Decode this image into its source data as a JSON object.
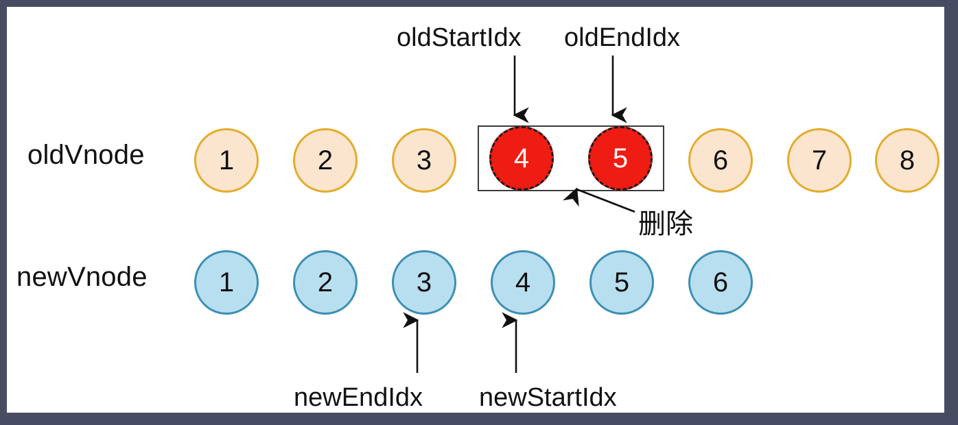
{
  "diagram": {
    "title": "Vue virtual DOM diff - oldVnode / newVnode index pointers",
    "frame_color": "#484c63",
    "canvas_color": "#ffffff",
    "rows": [
      {
        "id": "old",
        "label": "oldVnode",
        "node_fill": "#fce5cf",
        "node_stroke": "#e3ac2a",
        "removed_fill": "#ee1c12",
        "removed_stroke": "#1b1b1b",
        "nodes": [
          {
            "value": "1",
            "state": "normal"
          },
          {
            "value": "2",
            "state": "normal"
          },
          {
            "value": "3",
            "state": "normal"
          },
          {
            "value": "4",
            "state": "removed"
          },
          {
            "value": "5",
            "state": "removed"
          },
          {
            "value": "6",
            "state": "normal"
          },
          {
            "value": "7",
            "state": "normal"
          },
          {
            "value": "8",
            "state": "normal"
          }
        ]
      },
      {
        "id": "new",
        "label": "newVnode",
        "node_fill": "#b8dff0",
        "node_stroke": "#3c8fb4",
        "nodes": [
          {
            "value": "1",
            "state": "normal"
          },
          {
            "value": "2",
            "state": "normal"
          },
          {
            "value": "3",
            "state": "normal"
          },
          {
            "value": "4",
            "state": "normal"
          },
          {
            "value": "5",
            "state": "normal"
          },
          {
            "value": "6",
            "state": "normal"
          }
        ]
      }
    ],
    "annotations": {
      "old_start_idx": "oldStartIdx",
      "old_end_idx": "oldEndIdx",
      "delete": "删除",
      "new_end_idx": "newEndIdx",
      "new_start_idx": "newStartIdx"
    },
    "selection_box": {
      "stroke": "#3a3a3a",
      "covers": [
        "4",
        "5"
      ]
    }
  }
}
